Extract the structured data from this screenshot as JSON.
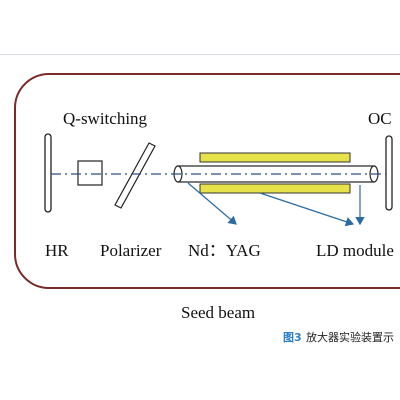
{
  "diagram": {
    "labels": {
      "q_switching": "Q-switching",
      "oc": "OC",
      "hr": "HR",
      "polarizer": "Polarizer",
      "nd_yag": "Nd：YAG",
      "ld_module": "LD module",
      "seed_beam": "Seed beam"
    },
    "caption": {
      "number": "图3",
      "text": "放大器实验装置示"
    },
    "colors": {
      "frame": "#7a2a2a",
      "ld_module": "#e6e24a",
      "caption_number": "#2b7fc4",
      "arrow": "#2d6aa3"
    }
  }
}
